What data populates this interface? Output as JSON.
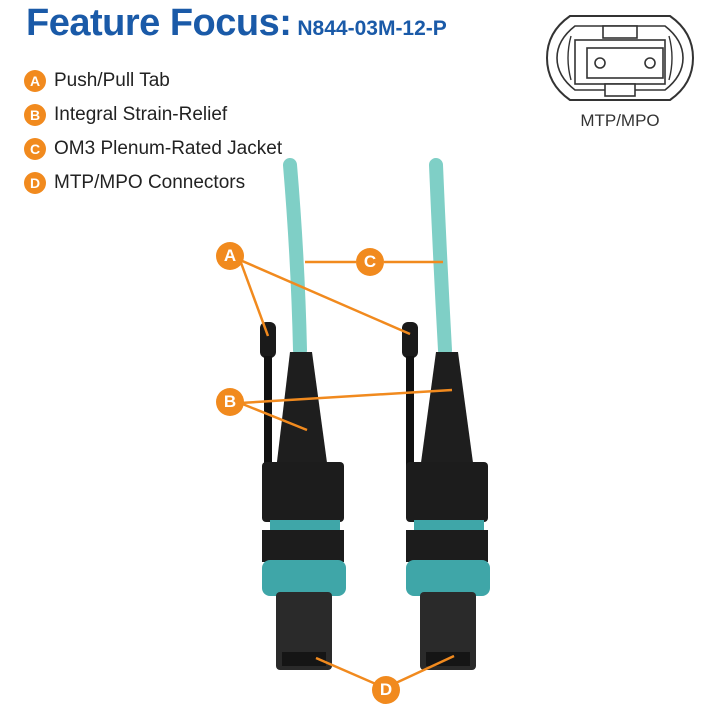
{
  "header": {
    "title": "Feature Focus:",
    "model": "N844-03M-12-P"
  },
  "legend": {
    "items": [
      {
        "letter": "A",
        "label": "Push/Pull Tab"
      },
      {
        "letter": "B",
        "label": "Integral Strain-Relief"
      },
      {
        "letter": "C",
        "label": "OM3 Plenum-Rated Jacket"
      },
      {
        "letter": "D",
        "label": "MTP/MPO Connectors"
      }
    ]
  },
  "diagram": {
    "connector_type_label": "MTP/MPO",
    "callouts": [
      "A",
      "B",
      "C",
      "D"
    ]
  },
  "colors": {
    "title_blue": "#1a5aa8",
    "accent_orange": "#f18a1e",
    "cable_aqua": "#7fcfc6",
    "connector_black": "#1c1c1c",
    "housing_aqua": "#3fa6a8"
  }
}
